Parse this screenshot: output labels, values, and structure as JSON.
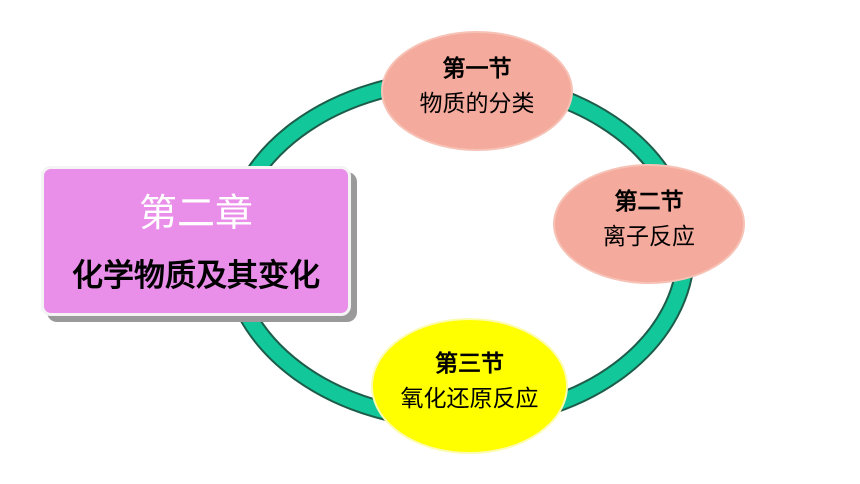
{
  "colors": {
    "ring": "#12c79a",
    "ring_edge": "#1e5c4a",
    "chapter_box": "#e98fea",
    "section_node": "#f4aa9c",
    "highlight_node": "#ffff00"
  },
  "chapter": {
    "number": "第二章",
    "title": "化学物质及其变化"
  },
  "sections": [
    {
      "number": "第一节",
      "title": "物质的分类"
    },
    {
      "number": "第二节",
      "title": "离子反应"
    },
    {
      "number": "第三节",
      "title": "氧化还原反应"
    }
  ]
}
